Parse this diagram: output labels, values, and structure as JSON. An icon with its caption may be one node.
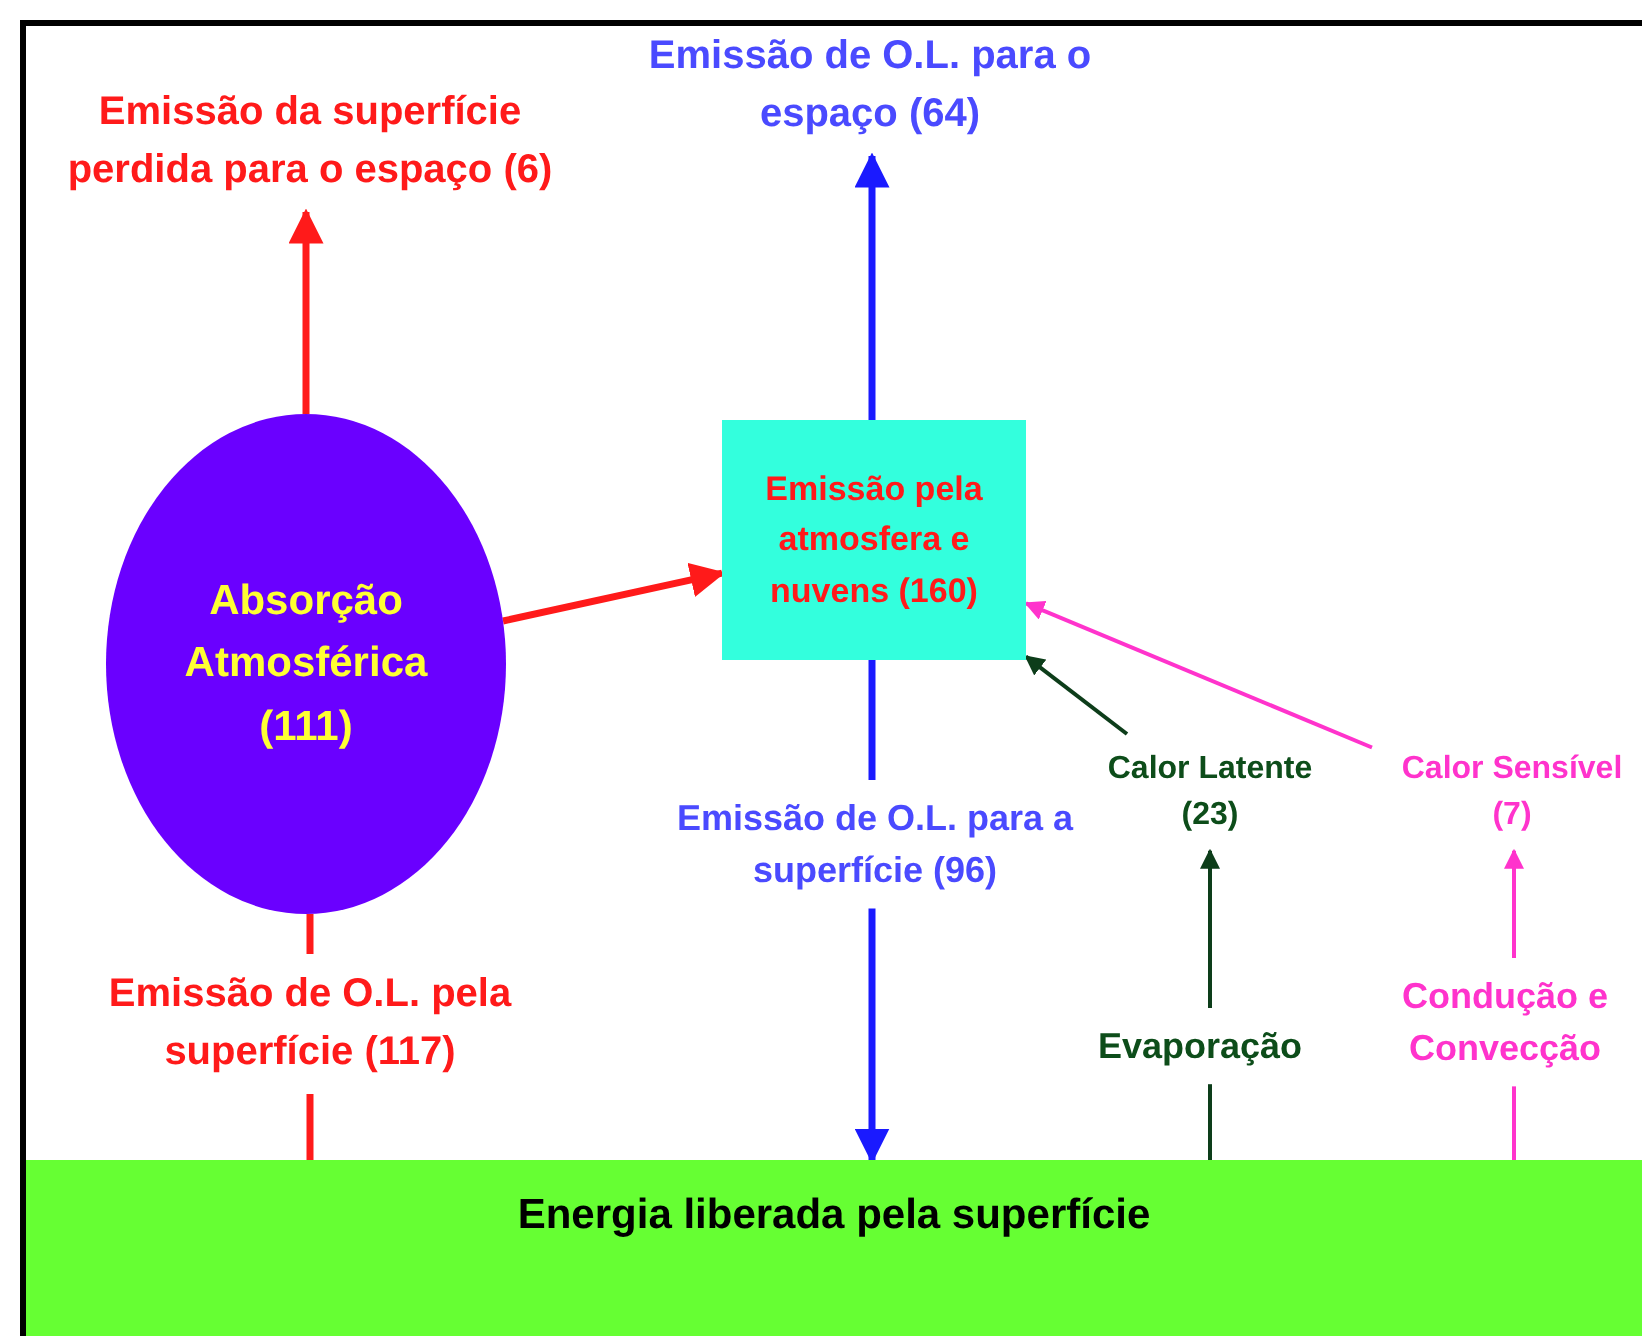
{
  "diagram": {
    "nodes": [
      {
        "text": [
          "Emissão da superfície perdida para o espaço (6)"
        ]
      },
      {
        "text": [
          "Emissão de O.L. para o espaço (64)"
        ]
      },
      {
        "text": [
          "Absorção Atmosférica (111)"
        ]
      },
      {
        "text": [
          "Emissão pela atmosfera e nuvens (160)"
        ]
      },
      {
        "text": [
          "Emissão de O.L. pela superfície (117)"
        ]
      },
      {
        "text": [
          "Emissão de O.L. para a superfície (96)"
        ]
      },
      {
        "text": [
          "Calor Latente (23)"
        ]
      },
      {
        "text": [
          "Calor Sensível (7)"
        ]
      },
      {
        "text": [
          "Evaporação"
        ]
      },
      {
        "text": [
          "Condução e Convecção"
        ]
      },
      {
        "text": [
          "Energia liberada pela superfície"
        ]
      }
    ],
    "edges": [
      {
        "from": 2,
        "to": 0,
        "arrow": "to",
        "color": "#ff1a1a"
      },
      {
        "from": 3,
        "to": 1,
        "arrow": "to",
        "color": "#1a1aff"
      },
      {
        "from": 2,
        "to": 3,
        "arrow": "to",
        "color": "#ff1a1a"
      },
      {
        "from": 10,
        "to": 4,
        "arrow": "none",
        "color": "#ff1a1a"
      },
      {
        "from": 4,
        "to": 2,
        "arrow": "none",
        "color": "#ff1a1a"
      },
      {
        "from": 3,
        "to": 5,
        "arrow": "none",
        "color": "#1a1aff"
      },
      {
        "from": 5,
        "to": 10,
        "arrow": "to",
        "color": "#1a1aff"
      },
      {
        "from": 10,
        "to": 8,
        "arrow": "none",
        "color": "#0d3d1a"
      },
      {
        "from": 8,
        "to": 6,
        "arrow": "to",
        "color": "#0d3d1a"
      },
      {
        "from": 6,
        "to": 3,
        "arrow": "to",
        "color": "#0d3d1a"
      },
      {
        "from": 10,
        "to": 9,
        "arrow": "none",
        "color": "#ff33cc"
      },
      {
        "from": 9,
        "to": 7,
        "arrow": "to",
        "color": "#ff33cc"
      },
      {
        "from": 7,
        "to": 3,
        "arrow": "to",
        "color": "#ff33cc"
      }
    ]
  }
}
